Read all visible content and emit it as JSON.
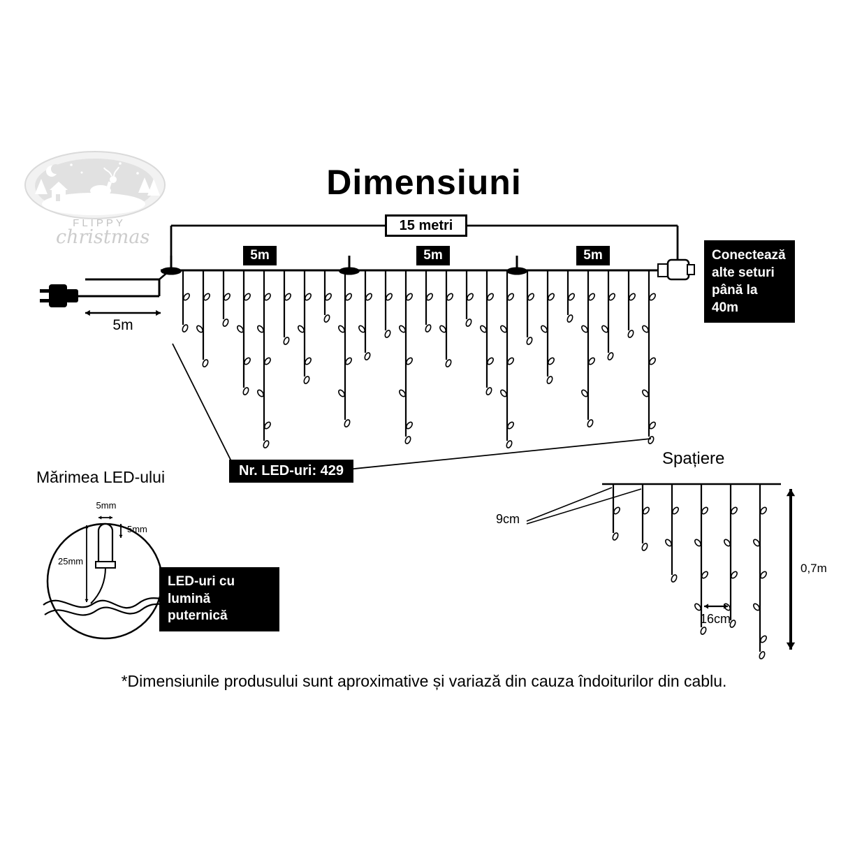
{
  "title": "Dimensiuni",
  "logo": {
    "brand_top": "FLIPPY",
    "brand_bottom": "christmas"
  },
  "main_diagram": {
    "total_length_label": "15 metri",
    "section_labels": [
      "5m",
      "5m",
      "5m"
    ],
    "lead_label": "5m",
    "connect_box": "Conectează alte seturi până la 40m",
    "led_count_label": "Nr. LED-uri: 429"
  },
  "led_size": {
    "title": "Mărimea LED-ului",
    "width_label": "5mm",
    "cap_label": "5mm",
    "height_label": "25mm",
    "bright_box": "LED-uri cu lumină puternică"
  },
  "spacing": {
    "title": "Spațiere",
    "gap_label": "9cm",
    "horizontal_label": "16cm",
    "drop_label": "0,7m"
  },
  "disclaimer": "*Dimensiunile produsului sunt aproximative și variază din cauza îndoiturilor din cablu.",
  "colors": {
    "ink": "#000000",
    "box_bg": "#000000",
    "box_text": "#ffffff",
    "logo_gray": "#c3c3c3"
  }
}
